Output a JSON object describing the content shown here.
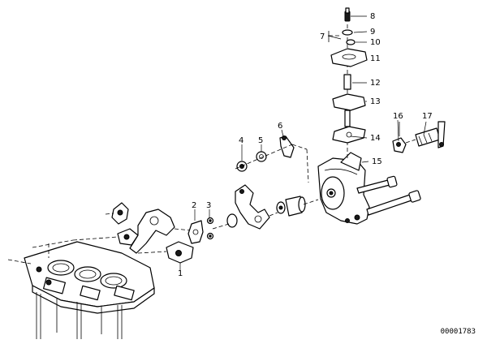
{
  "callouts": [
    "1",
    "2",
    "3",
    "4",
    "5",
    "6",
    "7",
    "8",
    "9",
    "10",
    "11",
    "12",
    "13",
    "14",
    "15",
    "16",
    "17"
  ],
  "document_id": "00001783"
}
